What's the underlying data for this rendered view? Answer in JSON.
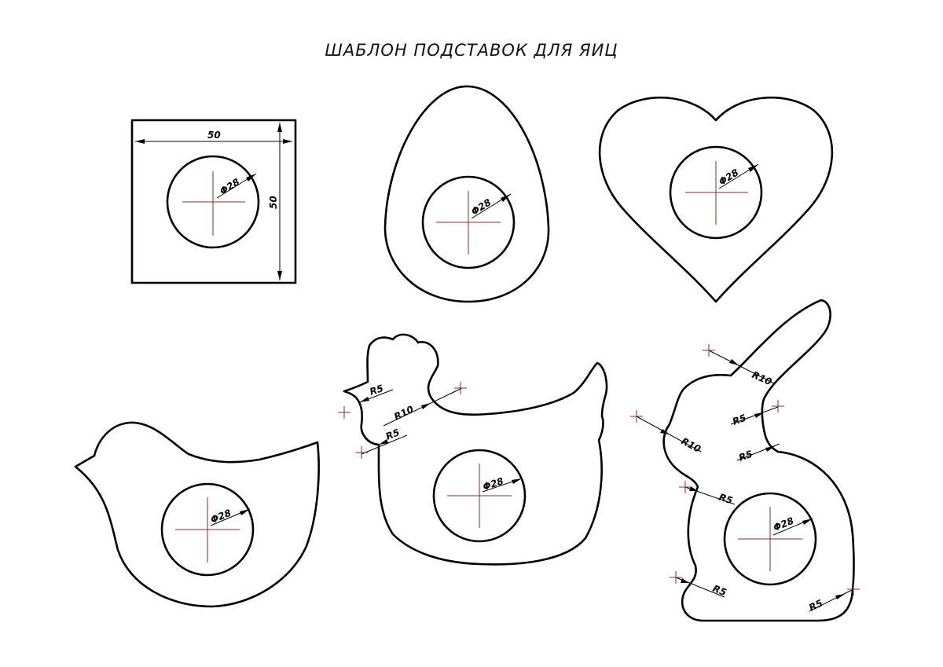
{
  "title": "ШАБЛОН ПОДСТАВОК ДЛЯ ЯИЦ",
  "dimensions": {
    "width": "50",
    "height": "50",
    "hole": "Φ28",
    "r5": "R5",
    "r10": "R10"
  },
  "colors": {
    "outline": "#000000",
    "center_line": "#8a2a2a"
  }
}
